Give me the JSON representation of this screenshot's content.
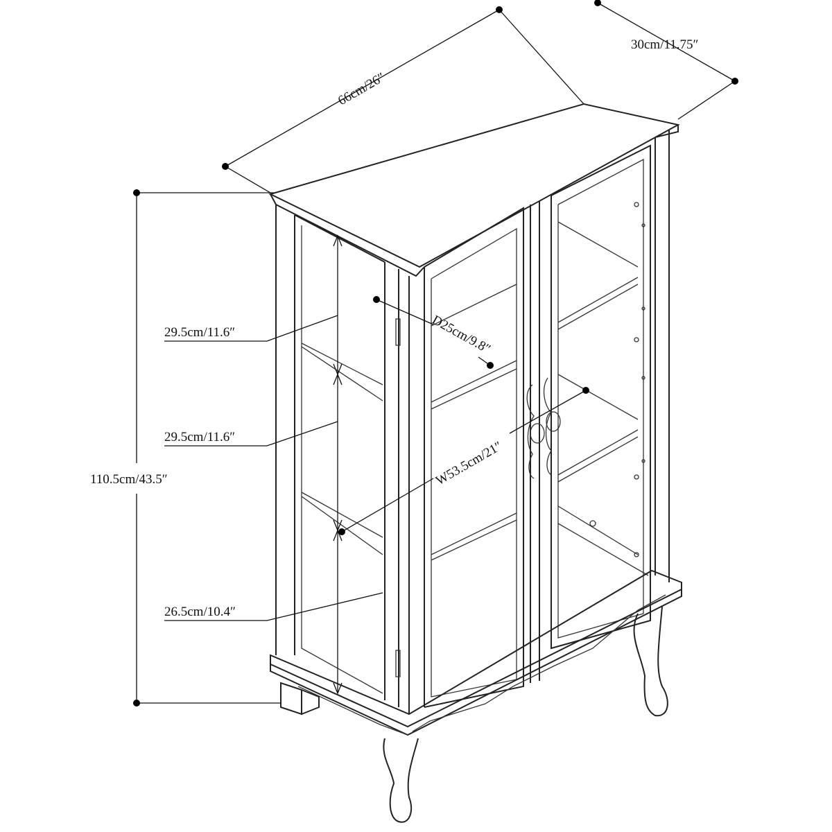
{
  "diagram": {
    "dimensions": {
      "overall_width": "66cm/26″",
      "overall_depth": "30cm/11.75″",
      "overall_height": "110.5cm/43.5″",
      "shelf_gap_top": "29.5cm/11.6″",
      "shelf_gap_middle": "29.5cm/11.6″",
      "shelf_gap_bottom": "26.5cm/10.4″",
      "shelf_depth": "D25cm/9.8″",
      "shelf_width": "W53.5cm/21″"
    }
  }
}
